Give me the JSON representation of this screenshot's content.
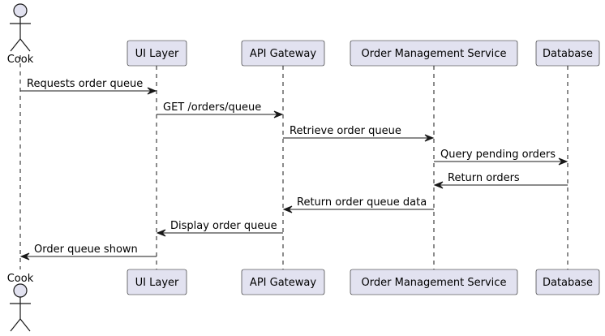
{
  "diagram": {
    "type": "sequence",
    "colors": {
      "participant_fill": "#E2E2F0",
      "participant_border": "#181818",
      "line": "#181818",
      "text": "#000000",
      "background": "#FFFFFF"
    },
    "participants": [
      {
        "id": "cook",
        "label": "Cook",
        "kind": "actor"
      },
      {
        "id": "ui",
        "label": "UI Layer",
        "kind": "box"
      },
      {
        "id": "api",
        "label": "API Gateway",
        "kind": "box"
      },
      {
        "id": "oms",
        "label": "Order Management Service",
        "kind": "box"
      },
      {
        "id": "db",
        "label": "Database",
        "kind": "box"
      }
    ],
    "messages": [
      {
        "from": "cook",
        "to": "ui",
        "label": "Requests order queue"
      },
      {
        "from": "ui",
        "to": "api",
        "label": "GET /orders/queue"
      },
      {
        "from": "api",
        "to": "oms",
        "label": "Retrieve order queue"
      },
      {
        "from": "oms",
        "to": "db",
        "label": "Query pending orders"
      },
      {
        "from": "db",
        "to": "oms",
        "label": "Return orders"
      },
      {
        "from": "oms",
        "to": "api",
        "label": "Return order queue data"
      },
      {
        "from": "api",
        "to": "ui",
        "label": "Display order queue"
      },
      {
        "from": "ui",
        "to": "cook",
        "label": "Order queue shown"
      }
    ]
  }
}
